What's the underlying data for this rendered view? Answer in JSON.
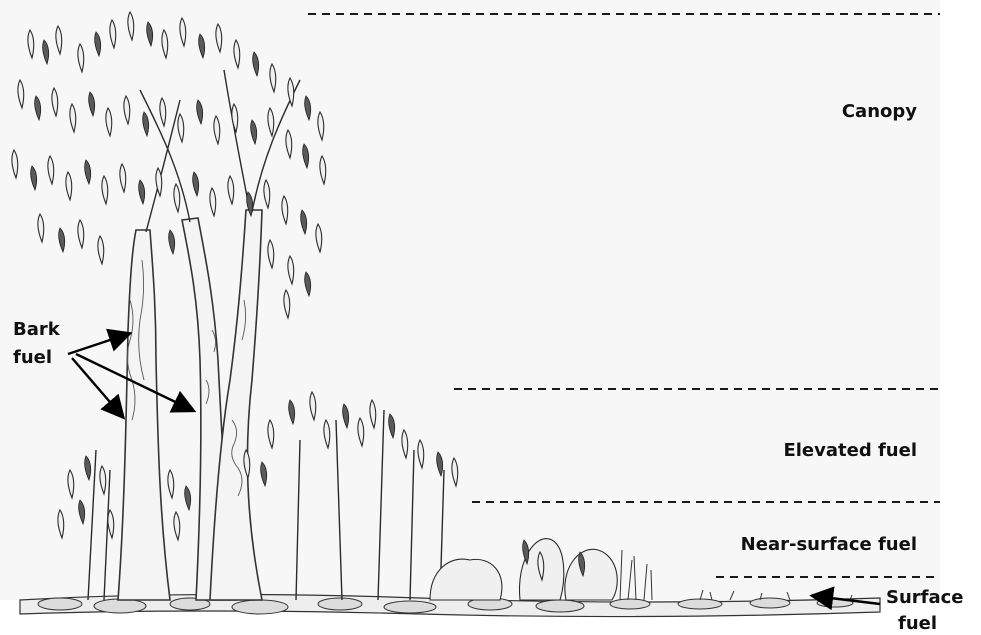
{
  "layers": [
    {
      "id": "canopy",
      "label": "Canopy"
    },
    {
      "id": "elevated",
      "label": "Elevated fuel"
    },
    {
      "id": "near_surface",
      "label": "Near-surface fuel"
    },
    {
      "id": "surface",
      "label_line1": "Surface",
      "label_line2": "fuel"
    }
  ],
  "bark_label": {
    "line1": "Bark",
    "line2": "fuel"
  },
  "colors": {
    "background": "#ffffff",
    "ink": "#111111",
    "sky": "#f6f6f6"
  }
}
